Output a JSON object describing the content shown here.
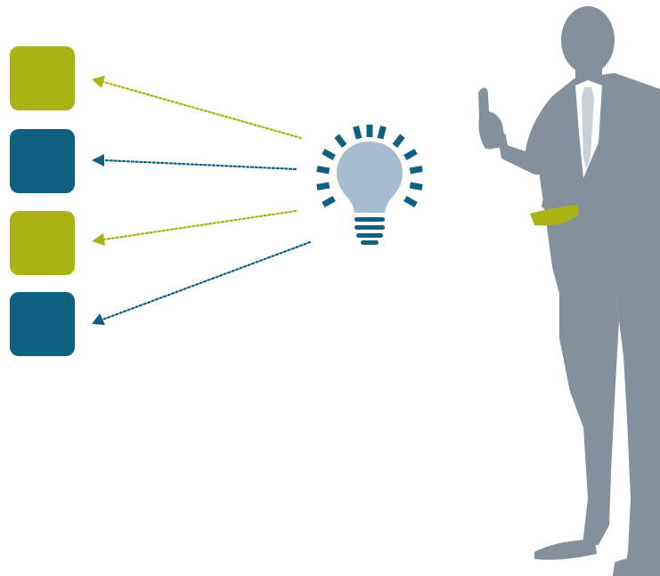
{
  "diagram": {
    "boxes": [
      {
        "name": "idea-box-1",
        "color": "#a9b313"
      },
      {
        "name": "idea-box-2",
        "color": "#0f6081"
      },
      {
        "name": "idea-box-3",
        "color": "#a9b313"
      },
      {
        "name": "idea-box-4",
        "color": "#0f6081"
      }
    ],
    "arrows": [
      {
        "name": "arrow-to-box-1",
        "color": "#a9b313"
      },
      {
        "name": "arrow-to-box-2",
        "color": "#0f6081"
      },
      {
        "name": "arrow-to-box-3",
        "color": "#a9b313"
      },
      {
        "name": "arrow-to-box-4",
        "color": "#0f6081"
      }
    ],
    "icons": {
      "lightbulb": "lightbulb-icon",
      "presenter": "presenter-silhouette-icon",
      "tablet": "tablet-icon"
    },
    "colors": {
      "bulb_glass": "#a6bcd0",
      "bulb_base": "#0f6081",
      "rays": "#0f6081",
      "silhouette": "#84909c",
      "shirt": "#ffffff",
      "tie": "#c8d0d8",
      "tablet": "#a9b313"
    }
  }
}
